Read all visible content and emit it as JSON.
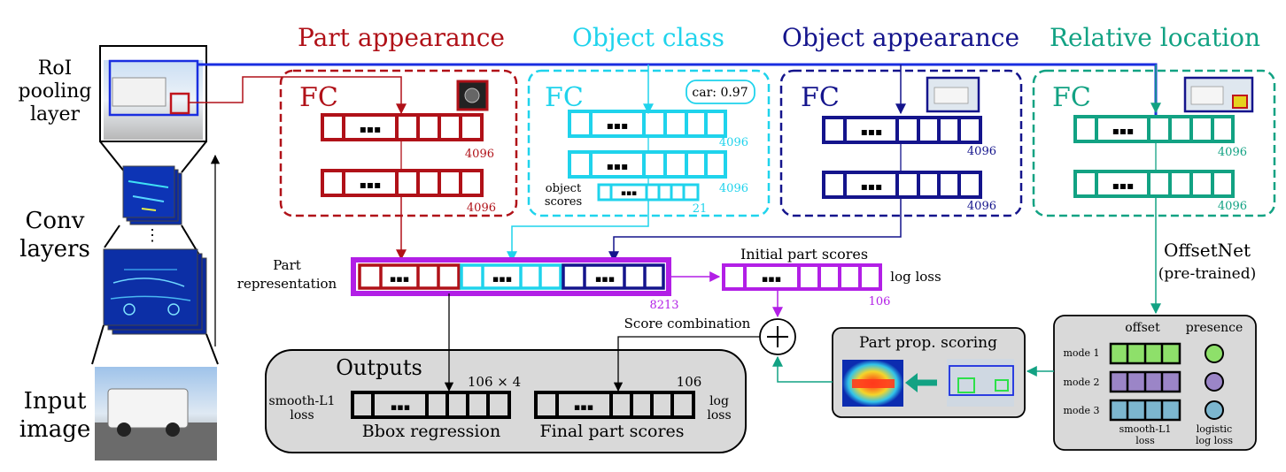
{
  "left_column": {
    "roi_label_1": "RoI",
    "roi_label_2": "pooling",
    "roi_label_3": "layer",
    "conv_label_1": "Conv",
    "conv_label_2": "layers",
    "input_label_1": "Input",
    "input_label_2": "image",
    "dots": "⋮"
  },
  "colors": {
    "part": "#b01118",
    "object_class": "#1fd3ec",
    "object_appearance": "#14148c",
    "relative_location": "#12a283",
    "representation": "#b21fe6",
    "outputs_bg": "#d9d9d9"
  },
  "branches": {
    "part_appearance": {
      "title": "Part appearance",
      "fc": "FC",
      "dim1": "4096",
      "dim2": "4096"
    },
    "object_class": {
      "title": "Object class",
      "fc": "FC",
      "dim1": "4096",
      "dim2": "4096",
      "scores_label_1": "object",
      "scores_label_2": "scores",
      "scores_dim": "21",
      "badge": "car: 0.97"
    },
    "object_appearance": {
      "title": "Object appearance",
      "fc": "FC",
      "dim1": "4096",
      "dim2": "4096"
    },
    "relative_location": {
      "title": "Relative location",
      "fc": "FC",
      "dim1": "4096",
      "dim2": "4096"
    }
  },
  "middle": {
    "part_rep_label_1": "Part",
    "part_rep_label_2": "representation",
    "part_rep_dim": "8213",
    "initial_scores_label": "Initial part scores",
    "initial_scores_dim": "106",
    "initial_scores_loss": "log loss",
    "score_combination": "Score combination",
    "plus": "+"
  },
  "outputs": {
    "title": "Outputs",
    "bbox_dim": "106 × 4",
    "bbox_loss_1": "smooth-L1",
    "bbox_loss_2": "loss",
    "bbox_label": "Bbox regression",
    "final_dim": "106",
    "final_loss_1": "log",
    "final_loss_2": "loss",
    "final_label": "Final part scores"
  },
  "offsetnet": {
    "title": "OffsetNet",
    "subtitle": "(pre-trained)",
    "offset_header": "offset",
    "presence_header": "presence",
    "modes": [
      {
        "label": "mode 1",
        "color": "#8ee06a"
      },
      {
        "label": "mode 2",
        "color": "#9b85c7"
      },
      {
        "label": "mode 3",
        "color": "#7cb6cf"
      }
    ],
    "offset_loss_1": "smooth-L1",
    "offset_loss_2": "loss",
    "presence_loss_1": "logistic",
    "presence_loss_2": "log loss"
  },
  "part_prop": {
    "title": "Part prop. scoring"
  },
  "symbols": {
    "ellipsis": "▪▪▪"
  }
}
